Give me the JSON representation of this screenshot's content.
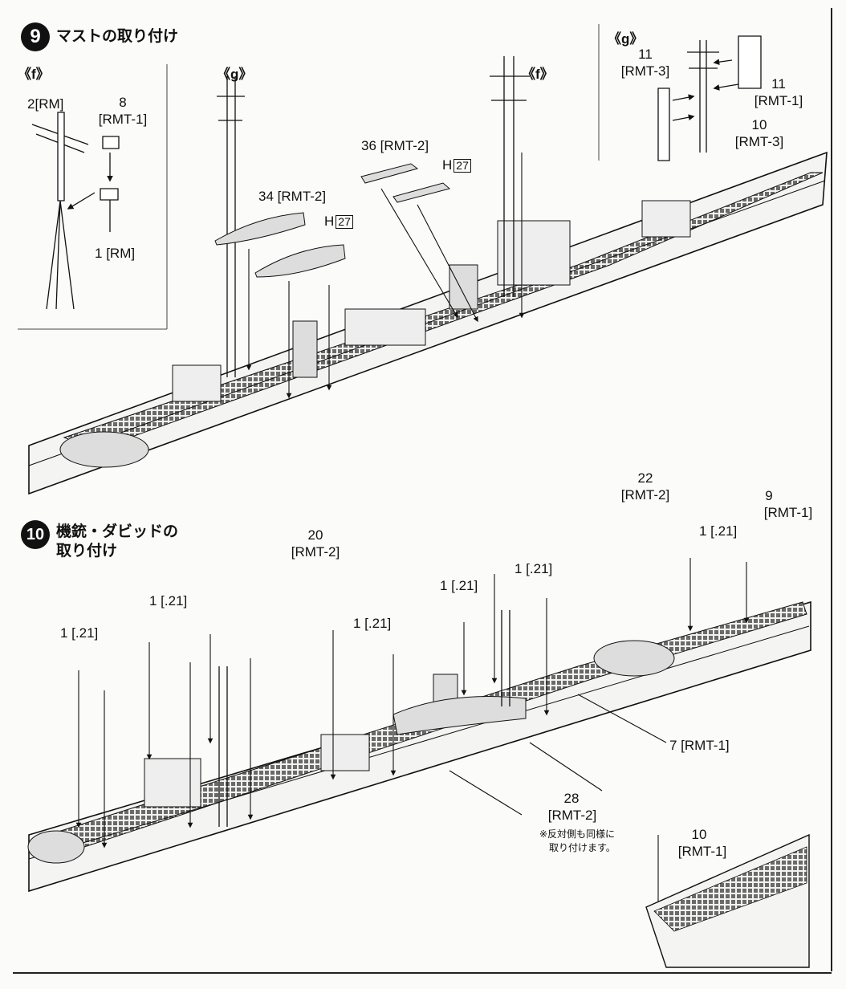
{
  "step9": {
    "number": "9",
    "title": "マストの取り付け",
    "inset_f": {
      "label": "《f》",
      "parts": [
        {
          "num": "2",
          "code": "[RM]"
        },
        {
          "num": "8",
          "code": "[RMT-1]"
        },
        {
          "num": "1",
          "code": "[RM]"
        }
      ]
    },
    "inset_g": {
      "label": "《g》",
      "parts": [
        {
          "num": "11",
          "code": "[RMT-3]"
        },
        {
          "num": "11",
          "code": "[RMT-1]"
        },
        {
          "num": "10",
          "code": "[RMT-3]"
        }
      ]
    },
    "callouts": {
      "g_label": "《g》",
      "f_label": "《f》",
      "boat_small": {
        "num": "36",
        "code": "[RMT-2]",
        "paint_prefix": "H",
        "paint_code": "27"
      },
      "boat_large": {
        "num": "34",
        "code": "[RMT-2]",
        "paint_prefix": "H",
        "paint_code": "27"
      }
    }
  },
  "step10": {
    "number": "10",
    "title_line1": "機銃・ダビッドの",
    "title_line2": "取り付け",
    "callouts": {
      "davit20": {
        "num": "20",
        "code": "[RMT-2]"
      },
      "davit22": {
        "num": "22",
        "code": "[RMT-2]"
      },
      "gun_left": "1 [.21]",
      "gun_mid_left": "1 [.21]",
      "gun_center": "1 [.21]",
      "gun_boat_a": "1 [.21]",
      "gun_boat_b": "1 [.21]",
      "gun_right": "1 [.21]",
      "part9": {
        "num": "9",
        "code": "[RMT-1]"
      },
      "part7": "7 [RMT-1]",
      "part28": {
        "num": "28",
        "code": "[RMT-2]"
      },
      "part10": {
        "num": "10",
        "code": "[RMT-1]"
      },
      "note_line1": "※反対側も同様に",
      "note_line2": "取り付けます。"
    }
  }
}
